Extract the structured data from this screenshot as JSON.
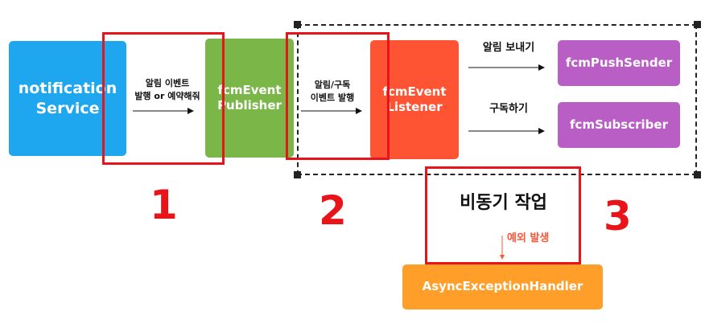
{
  "nodes": {
    "notification_service": "notification\nService",
    "fcm_event_publisher": "fcmEvent\nPublisher",
    "fcm_event_listener": "fcmEvent\nListener",
    "fcm_push_sender": "fcmPushSender",
    "fcm_subscriber": "fcmSubscriber",
    "async_exception_handler": "AsyncExceptionHandler"
  },
  "edges": {
    "service_to_publisher": "알림 이벤트\n발행 or 예약해줘",
    "publisher_to_listener": "알림/구독\n이벤트 발행",
    "listener_to_sender": "알림 보내기",
    "listener_to_subscriber": "구독하기",
    "to_exception_handler": "예외 발생"
  },
  "async_work_label": "비동기 작업",
  "step_numbers": [
    "1",
    "2",
    "3"
  ],
  "colors": {
    "notification_service": "#1ea7ee",
    "fcm_event_publisher": "#7ab648",
    "fcm_event_listener": "#ff5433",
    "fcm_push_sender": "#b95ec5",
    "fcm_subscriber": "#b95ec5",
    "async_exception_handler": "#ff9f2a",
    "highlight": "#e8141a",
    "exception_text": "#ff5433"
  }
}
